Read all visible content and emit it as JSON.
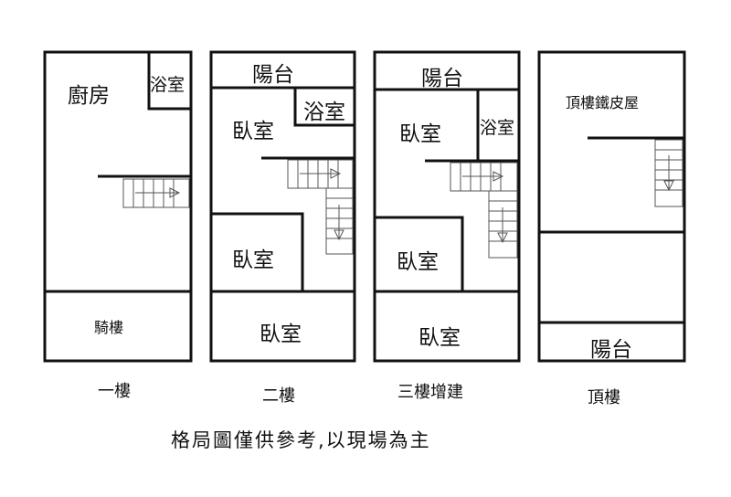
{
  "floors": [
    {
      "caption": "一樓",
      "rooms": {
        "kitchen": "廚房",
        "bath": "浴室",
        "arcade": "騎樓"
      }
    },
    {
      "caption": "二樓",
      "rooms": {
        "balcony": "陽台",
        "bath": "浴室",
        "bedroom_a": "臥室",
        "bedroom_b": "臥室",
        "bedroom_c": "臥室"
      }
    },
    {
      "caption": "三樓增建",
      "rooms": {
        "balcony": "陽台",
        "bath": "浴室",
        "bedroom_a": "臥室",
        "bedroom_b": "臥室",
        "bedroom_c": "臥室"
      }
    },
    {
      "caption": "頂樓",
      "rooms": {
        "iron_house": "頂樓鐵皮屋",
        "balcony": "陽台"
      }
    }
  ],
  "footer_note": "格局圖僅供參考,以現場為主"
}
